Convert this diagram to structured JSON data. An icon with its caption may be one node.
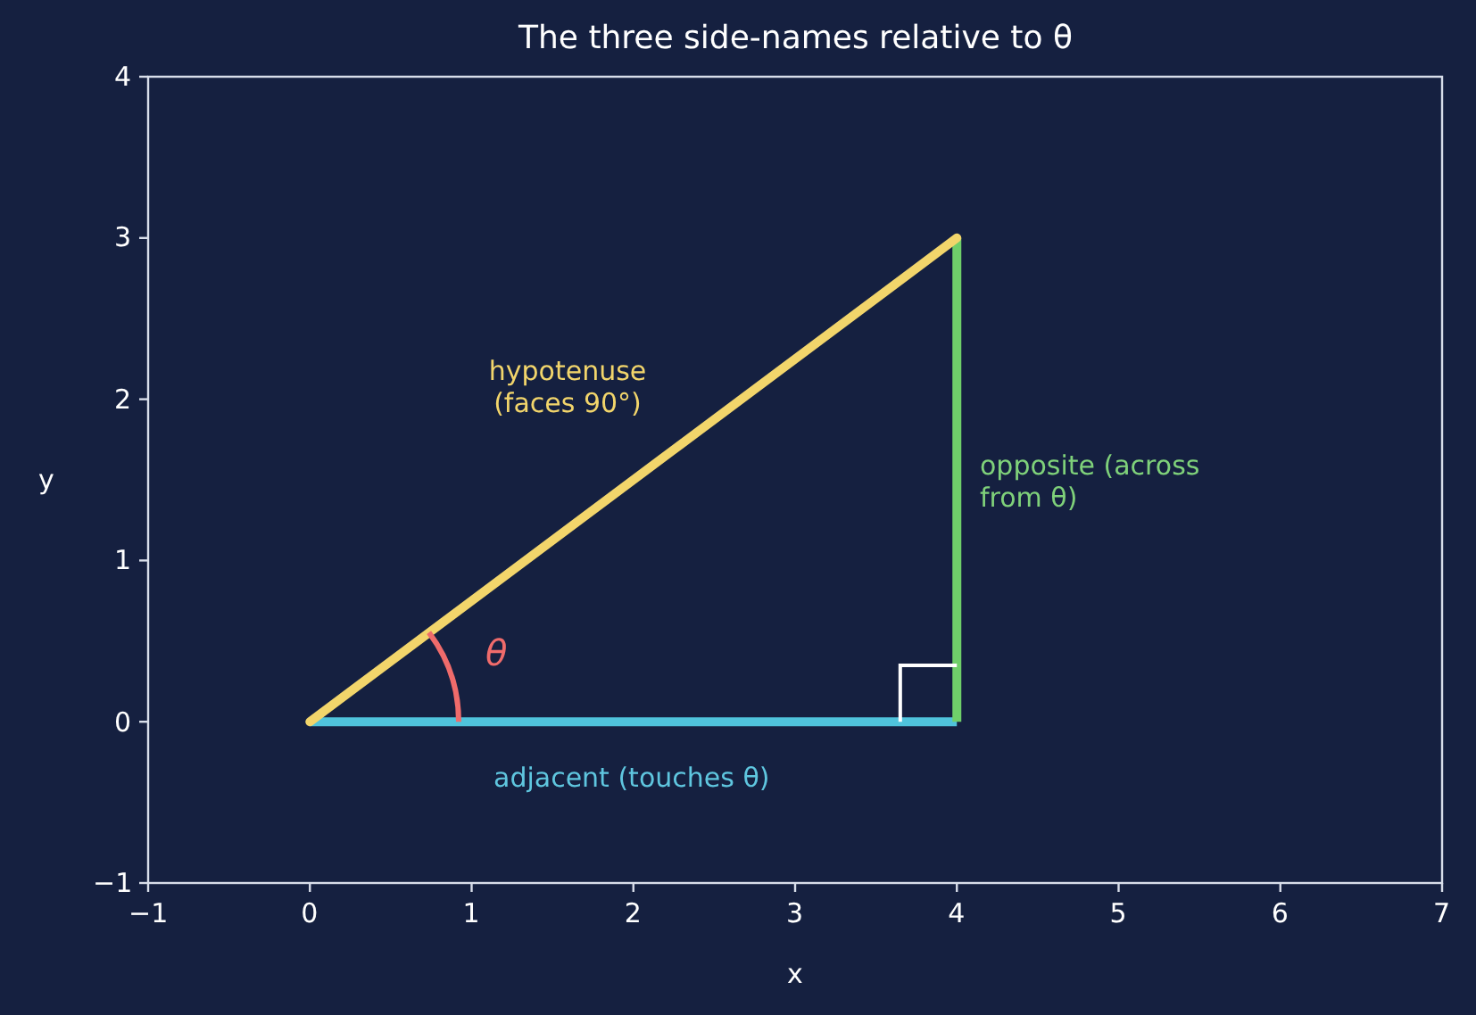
{
  "diagram": {
    "title": "The three side-names relative to θ",
    "labels": [
      "4",
      "3",
      "2",
      "1",
      "0",
      "−1",
      "hypotenuse (faces 90°)",
      "opposite (across from θ)",
      "θ",
      "adjacent (touches θ)",
      "−1",
      "0",
      "1",
      "2",
      "3",
      "4",
      "5",
      "6",
      "7",
      "x",
      "y"
    ]
  }
}
